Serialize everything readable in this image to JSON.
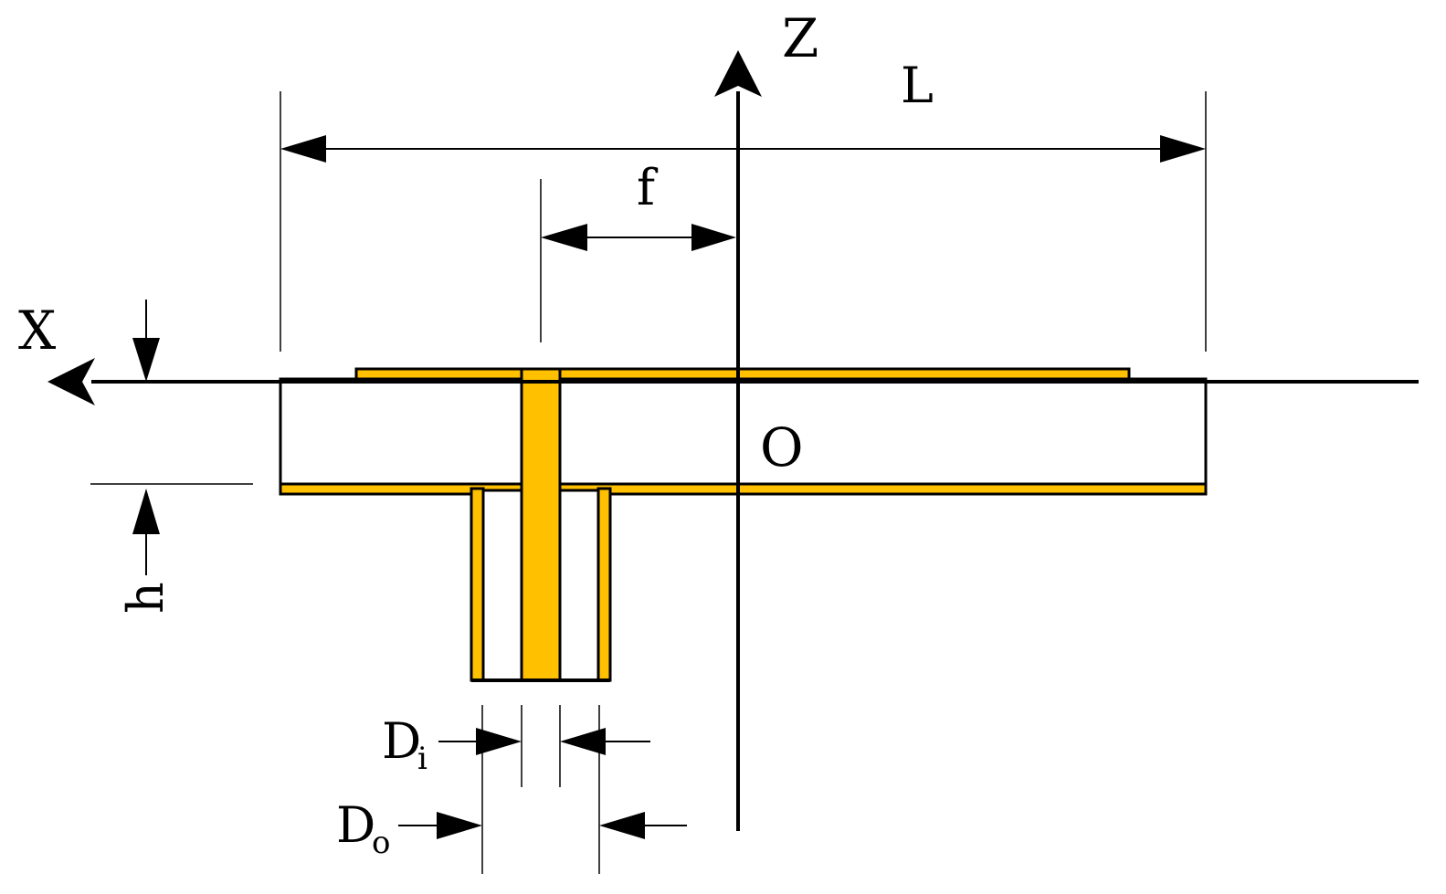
{
  "labels": {
    "z_axis": "Z",
    "x_axis": "X",
    "origin": "O",
    "length": "L",
    "feed_offset": "f",
    "height": "h",
    "inner_diameter_main": "D",
    "inner_diameter_sub": "i",
    "outer_diameter_main": "D",
    "outer_diameter_sub": "o"
  },
  "colors": {
    "line": "#000000",
    "conductor": "#FFC000",
    "background": "#FFFFFF"
  }
}
